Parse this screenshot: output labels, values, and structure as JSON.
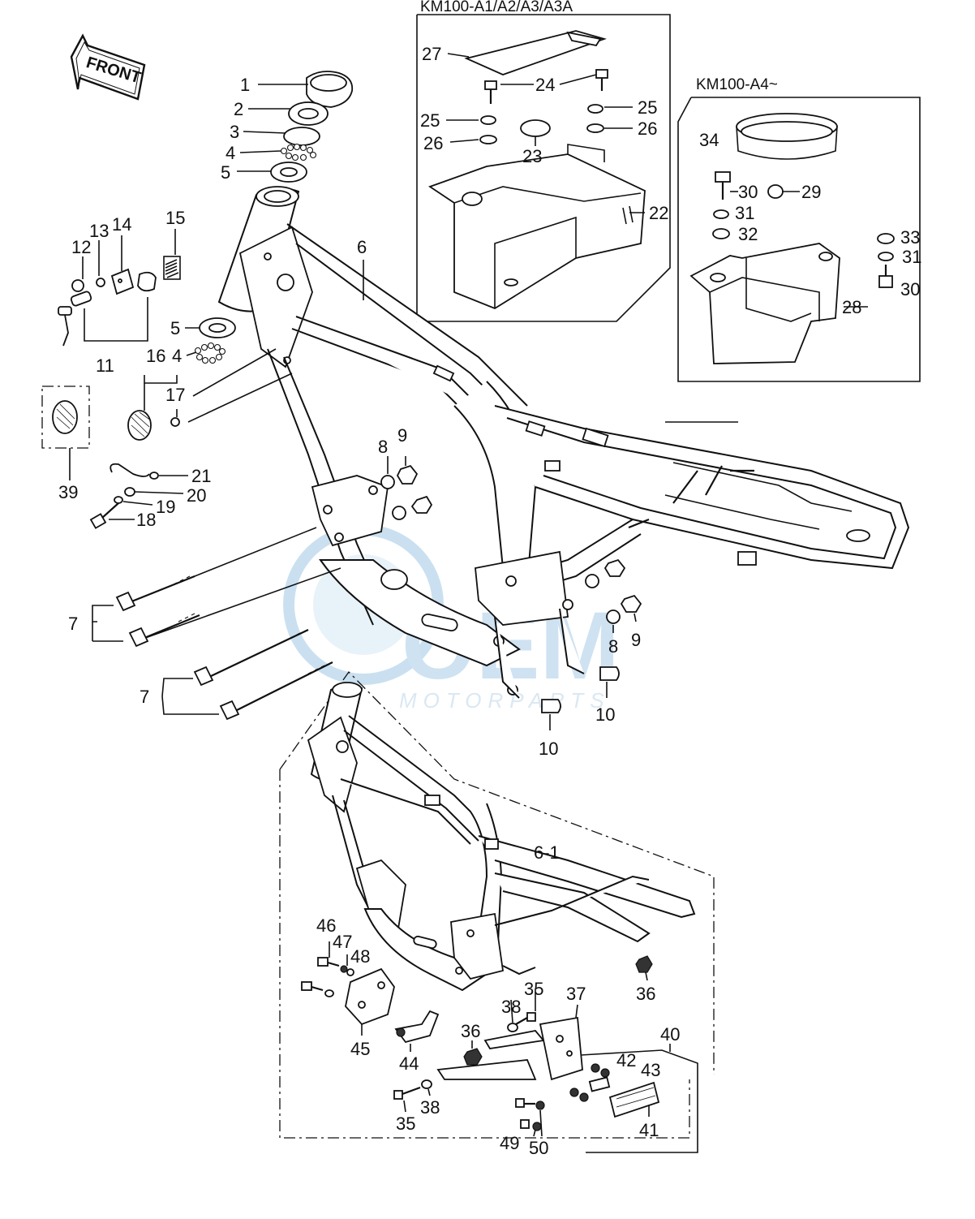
{
  "headers": {
    "kit_a": "KM100-A1/A2/A3/A3A",
    "kit_b": "KM100-A4~"
  },
  "front_arrow": "FRONT",
  "watermark": {
    "brand": "OEM",
    "sub": "MOTORPARTS"
  },
  "part_labels": {
    "p1": "1",
    "p2": "2",
    "p3": "3",
    "p4a": "4",
    "p5a": "5",
    "p4b": "4",
    "p5b": "5",
    "p6": "6",
    "p6_1": "6-1",
    "p7a": "7",
    "p7b": "7",
    "p8a": "8",
    "p8b": "8",
    "p9a": "9",
    "p9b": "9",
    "p10a": "10",
    "p10b": "10",
    "p11": "11",
    "p12": "12",
    "p13": "13",
    "p14": "14",
    "p15": "15",
    "p16": "16",
    "p17": "17",
    "p18": "18",
    "p19": "19",
    "p20": "20",
    "p21": "21",
    "p22": "22",
    "p23": "23",
    "p24": "24",
    "p25a": "25",
    "p25b": "25",
    "p26a": "26",
    "p26b": "26",
    "p27": "27",
    "p28": "28",
    "p29": "29",
    "p30a": "30",
    "p30b": "30",
    "p31a": "31",
    "p31b": "31",
    "p32": "32",
    "p33": "33",
    "p34": "34",
    "p35a": "35",
    "p35b": "35",
    "p36a": "36",
    "p36b": "36",
    "p37": "37",
    "p38a": "38",
    "p38b": "38",
    "p39": "39",
    "p40": "40",
    "p41": "41",
    "p42": "42",
    "p43": "43",
    "p44": "44",
    "p45": "45",
    "p46": "46",
    "p47": "47",
    "p48": "48",
    "p49": "49",
    "p50": "50"
  }
}
